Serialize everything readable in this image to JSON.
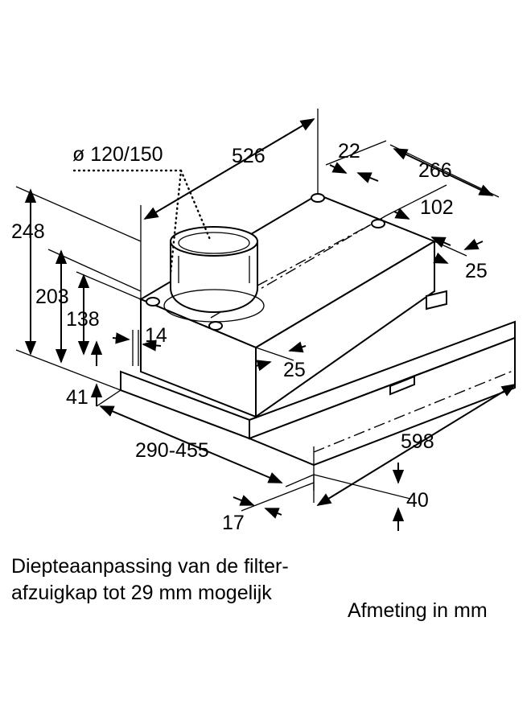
{
  "diagram": {
    "labels": {
      "diameter": "ø 120/150",
      "width_top": "526",
      "offset_22": "22",
      "depth_266": "266",
      "offset_102": "102",
      "offset_25_right": "25",
      "height_248": "248",
      "height_203": "203",
      "height_138": "138",
      "offset_14": "14",
      "offset_25_front": "25",
      "height_41": "41",
      "depth_range": "290-455",
      "width_598": "598",
      "offset_40": "40",
      "offset_17": "17"
    },
    "notes": {
      "line1": "Diepteaanpassing van de filter-",
      "line2": "afzuigkap tot 29 mm mogelijk",
      "units": "Afmeting in mm"
    }
  }
}
